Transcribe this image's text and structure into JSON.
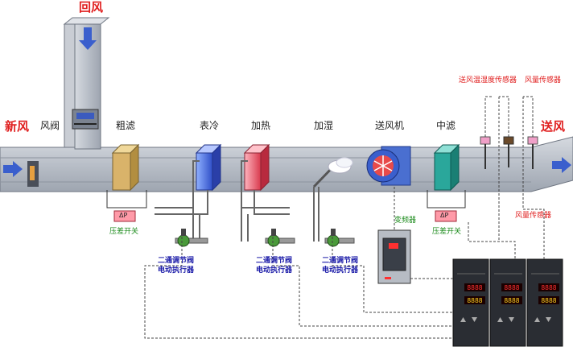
{
  "labels": {
    "return_air": "回风",
    "fresh_air": "新风",
    "supply_air_out": "送风",
    "damper": "风阀",
    "coarse_filter": "粗滤",
    "surface_cooler": "表冷",
    "heater": "加热",
    "humidifier": "加湿",
    "supply_fan": "送风机",
    "medium_filter": "中滤",
    "temp_humidity_sensor": "送风温湿度传感器",
    "airflow_sensor_top": "风量传感器",
    "airflow_sensor_right": "风量传感器",
    "pressure_switch_1": "压差开关",
    "pressure_switch_2": "压差开关",
    "dp_gauge_1": "ΔP",
    "dp_gauge_2": "ΔP",
    "vfd": "变频器",
    "valve_1_line1": "二通调节阀",
    "valve_1_line2": "电动执行器",
    "valve_2_line1": "二通调节阀",
    "valve_2_line2": "电动执行器",
    "valve_3_line1": "二通调节阀",
    "valve_3_line2": "电动执行器"
  },
  "controllers": [
    {
      "display_top": "8888",
      "display_bottom": "8888"
    },
    {
      "display_top": "8888",
      "display_bottom": "8888"
    },
    {
      "display_top": "8888",
      "display_bottom": "8888"
    }
  ],
  "colors": {
    "duct": "#b8bec8",
    "duct_edge": "#6f7682",
    "arrow": "#3a5fcd",
    "cooler": "#4a6fe0",
    "heater": "#e85a6a",
    "filter_coarse": "#d9b36a",
    "filter_medium": "#2aa79b",
    "label_red": "#e02020",
    "label_green": "#1a8a1a",
    "label_blue": "#1a1aa8"
  }
}
